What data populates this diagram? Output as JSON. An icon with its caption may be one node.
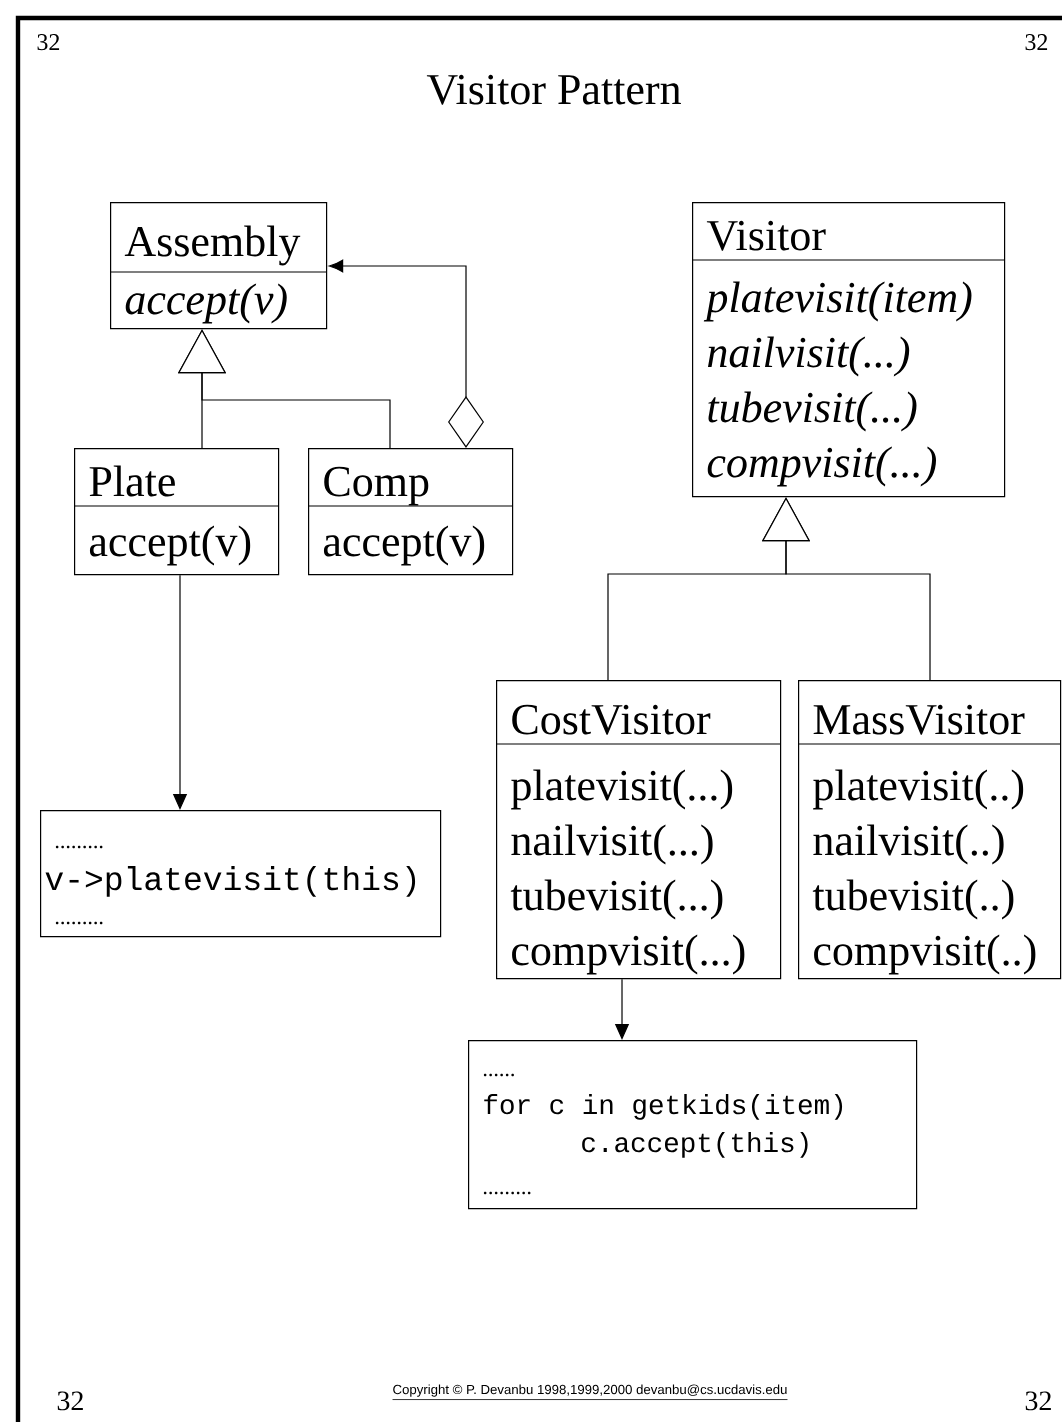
{
  "diagram": {
    "title": "Visitor Pattern",
    "nodes": [
      {
        "text": [
          "Assembly",
          "accept(v)"
        ]
      },
      {
        "text": [
          "Plate",
          "accept(v)"
        ]
      },
      {
        "text": [
          "Comp",
          "accept(v)"
        ]
      },
      {
        "text": [
          "Visitor",
          "platevisit(item)",
          "nailvisit(...)",
          "tubevisit(...)",
          "compvisit(...)"
        ]
      },
      {
        "text": [
          "CostVisitor",
          "platevisit(...)",
          "nailvisit(...)",
          "tubevisit(...)",
          "compvisit(...)"
        ]
      },
      {
        "text": [
          "MassVisitor",
          "platevisit(..)",
          "nailvisit(..)",
          "tubevisit(..)",
          "compvisit(..)"
        ]
      },
      {
        "text": [
          ".........",
          "v->platevisit(this)",
          "........."
        ]
      },
      {
        "text": [
          "......",
          "for c in getkids(item)",
          "c.accept(this)",
          "........."
        ]
      }
    ],
    "edges": [
      {
        "from": 1,
        "to": 0,
        "arrow": "to"
      },
      {
        "from": 2,
        "to": 0,
        "arrow": "to"
      },
      {
        "from": 2,
        "to": 0,
        "arrow": "to"
      },
      {
        "from": 4,
        "to": 3,
        "arrow": "to"
      },
      {
        "from": 5,
        "to": 3,
        "arrow": "to"
      },
      {
        "from": 1,
        "to": 6,
        "arrow": "to"
      },
      {
        "from": 4,
        "to": 7,
        "arrow": "to"
      }
    ],
    "labels": [
      "32",
      "32",
      "32",
      "Copyright © P. Devanbu 1998,1999,2000 devanbu@cs.ucdavis.edu",
      "32"
    ]
  }
}
